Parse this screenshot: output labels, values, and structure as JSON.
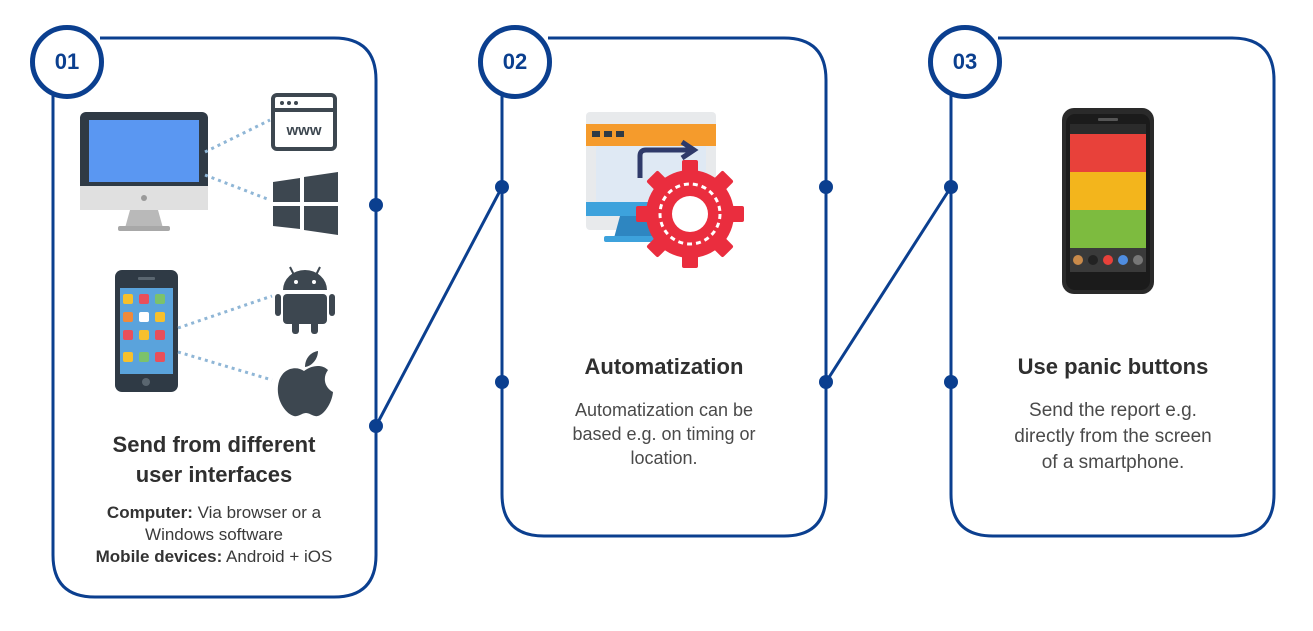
{
  "colors": {
    "accent": "#0b3f8f",
    "dotted": "#8fb6d6"
  },
  "steps": [
    {
      "number": "01",
      "title_line1": "Send from different",
      "title_line2": "user interfaces",
      "details": [
        {
          "bold": "Computer:",
          "text": " Via browser or a"
        },
        {
          "bold": "",
          "text": "Windows software"
        },
        {
          "bold": "Mobile devices:",
          "text": " Android + iOS"
        }
      ],
      "icons": [
        "desktop-computer-icon",
        "www-browser-icon",
        "windows-logo-icon",
        "smartphone-icon",
        "android-logo-icon",
        "apple-logo-icon"
      ]
    },
    {
      "number": "02",
      "title": "Automatization",
      "desc_line1": "Automatization can be",
      "desc_line2": "based e.g. on timing or",
      "desc_line3": "location.",
      "icons": [
        "automation-monitor-icon",
        "gear-icon"
      ]
    },
    {
      "number": "03",
      "title": "Use panic buttons",
      "desc_line1": "Send the report e.g.",
      "desc_line2": "directly from the screen",
      "desc_line3": "of a smartphone.",
      "icons": [
        "panic-app-phone-icon"
      ]
    }
  ]
}
